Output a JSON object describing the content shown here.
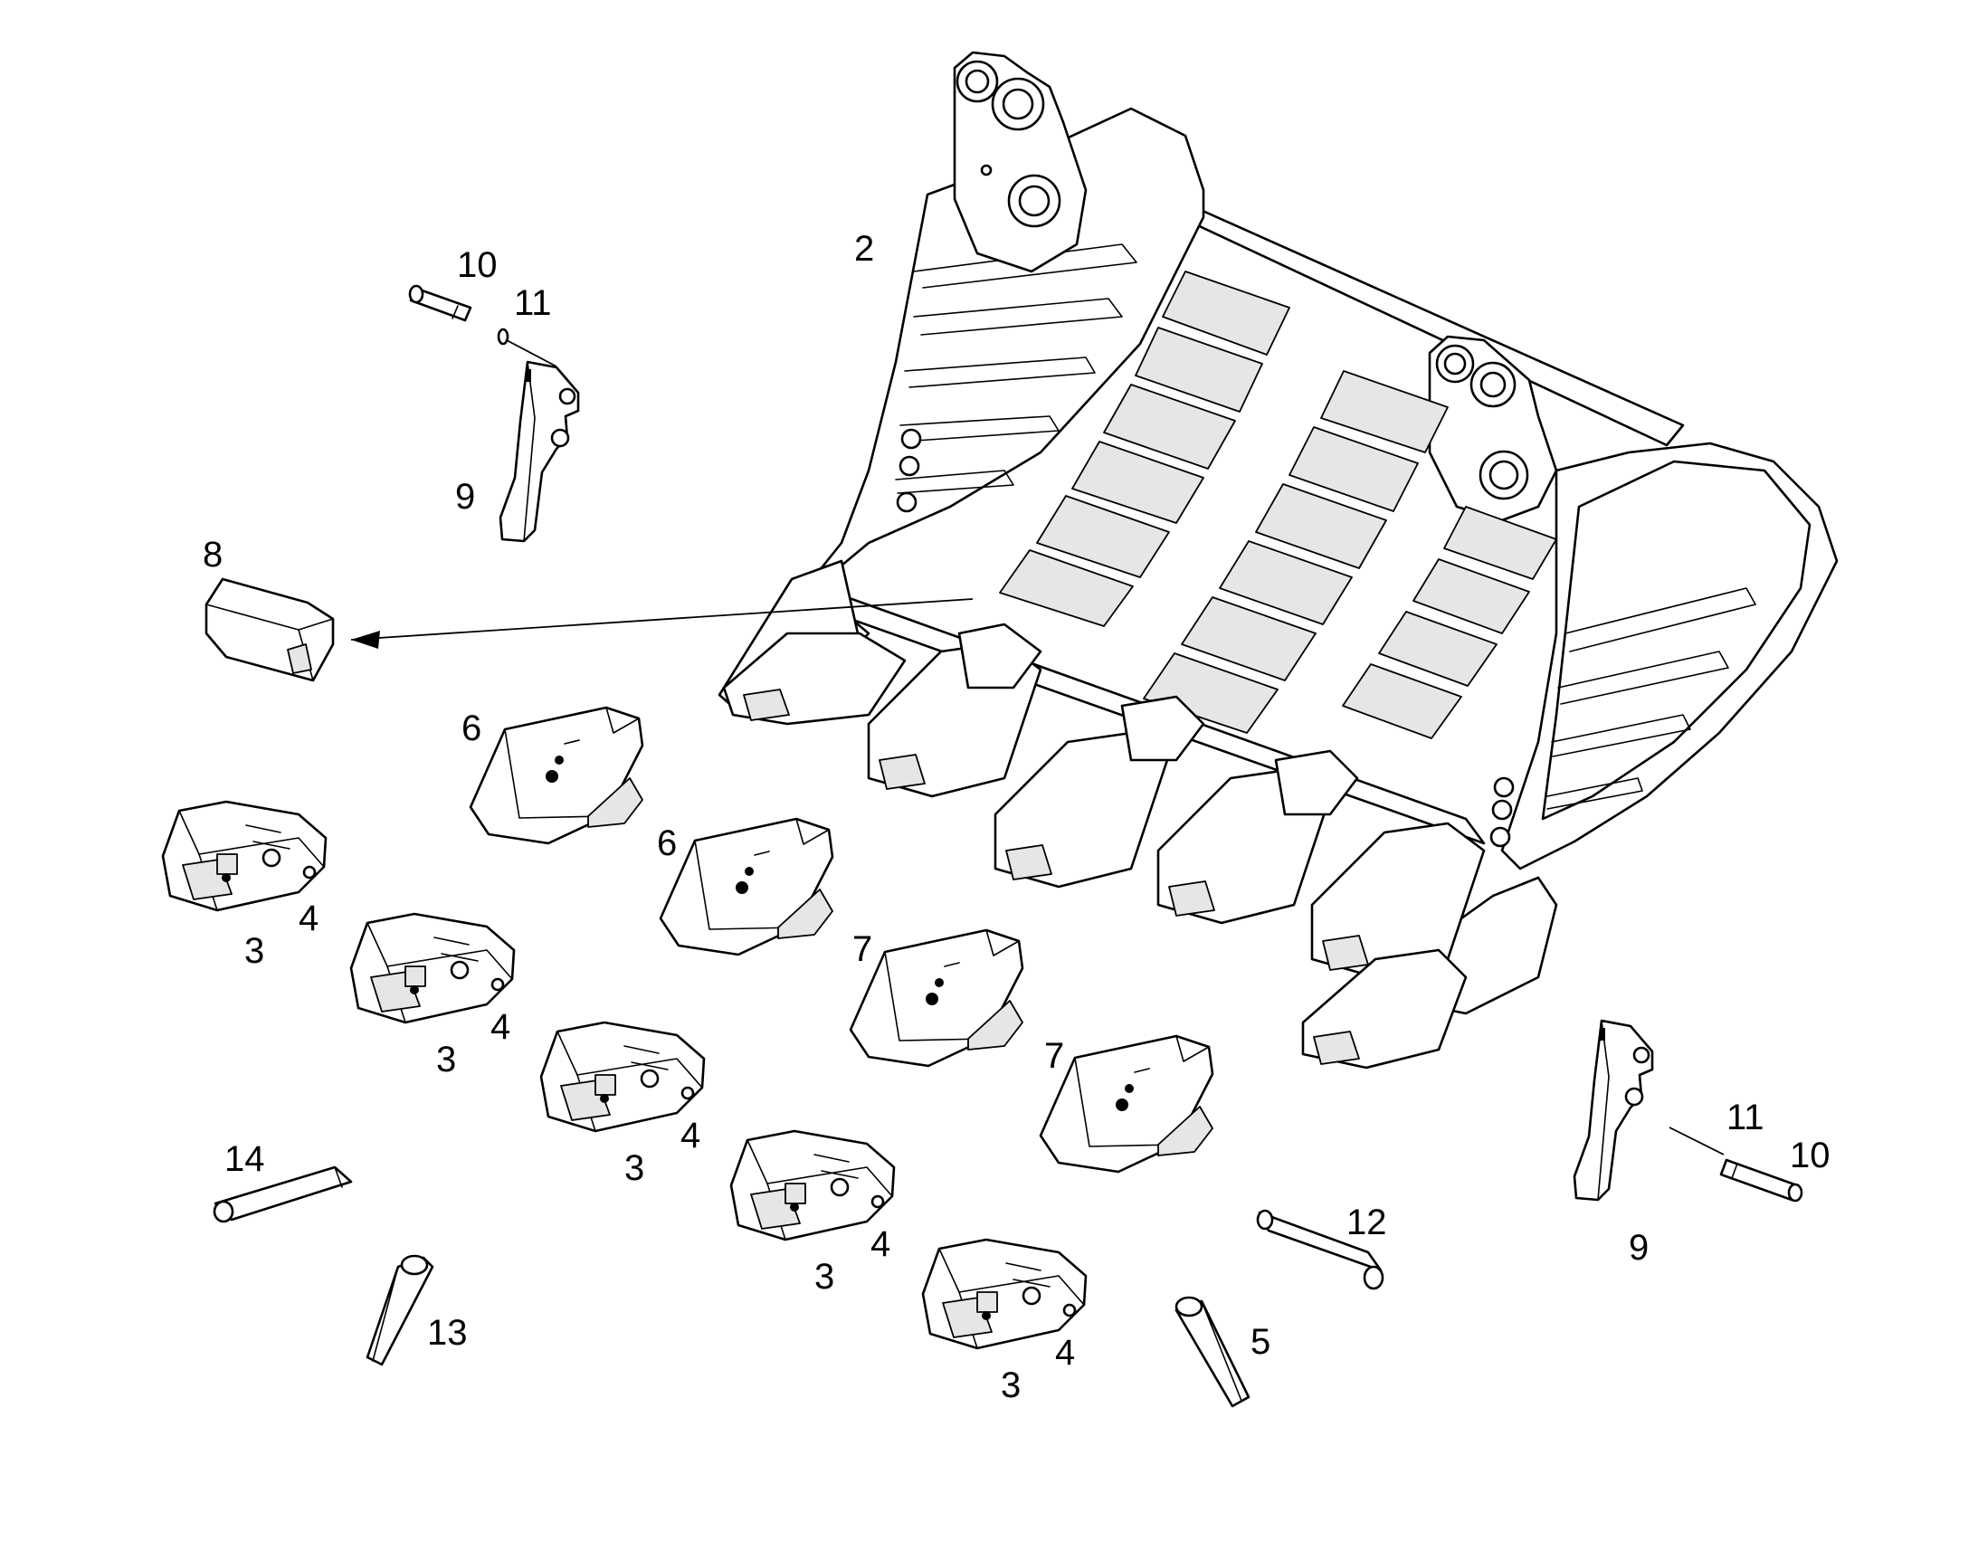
{
  "callouts": {
    "n2": "2",
    "n3": "3",
    "n4": "4",
    "n5": "5",
    "n6": "6",
    "n7": "7",
    "n8": "8",
    "n9": "9",
    "n10": "10",
    "n11": "11",
    "n12": "12",
    "n13": "13",
    "n14": "14"
  },
  "colors": {
    "line": "#000000",
    "background": "#ffffff",
    "shade": "#e6e6e6"
  }
}
